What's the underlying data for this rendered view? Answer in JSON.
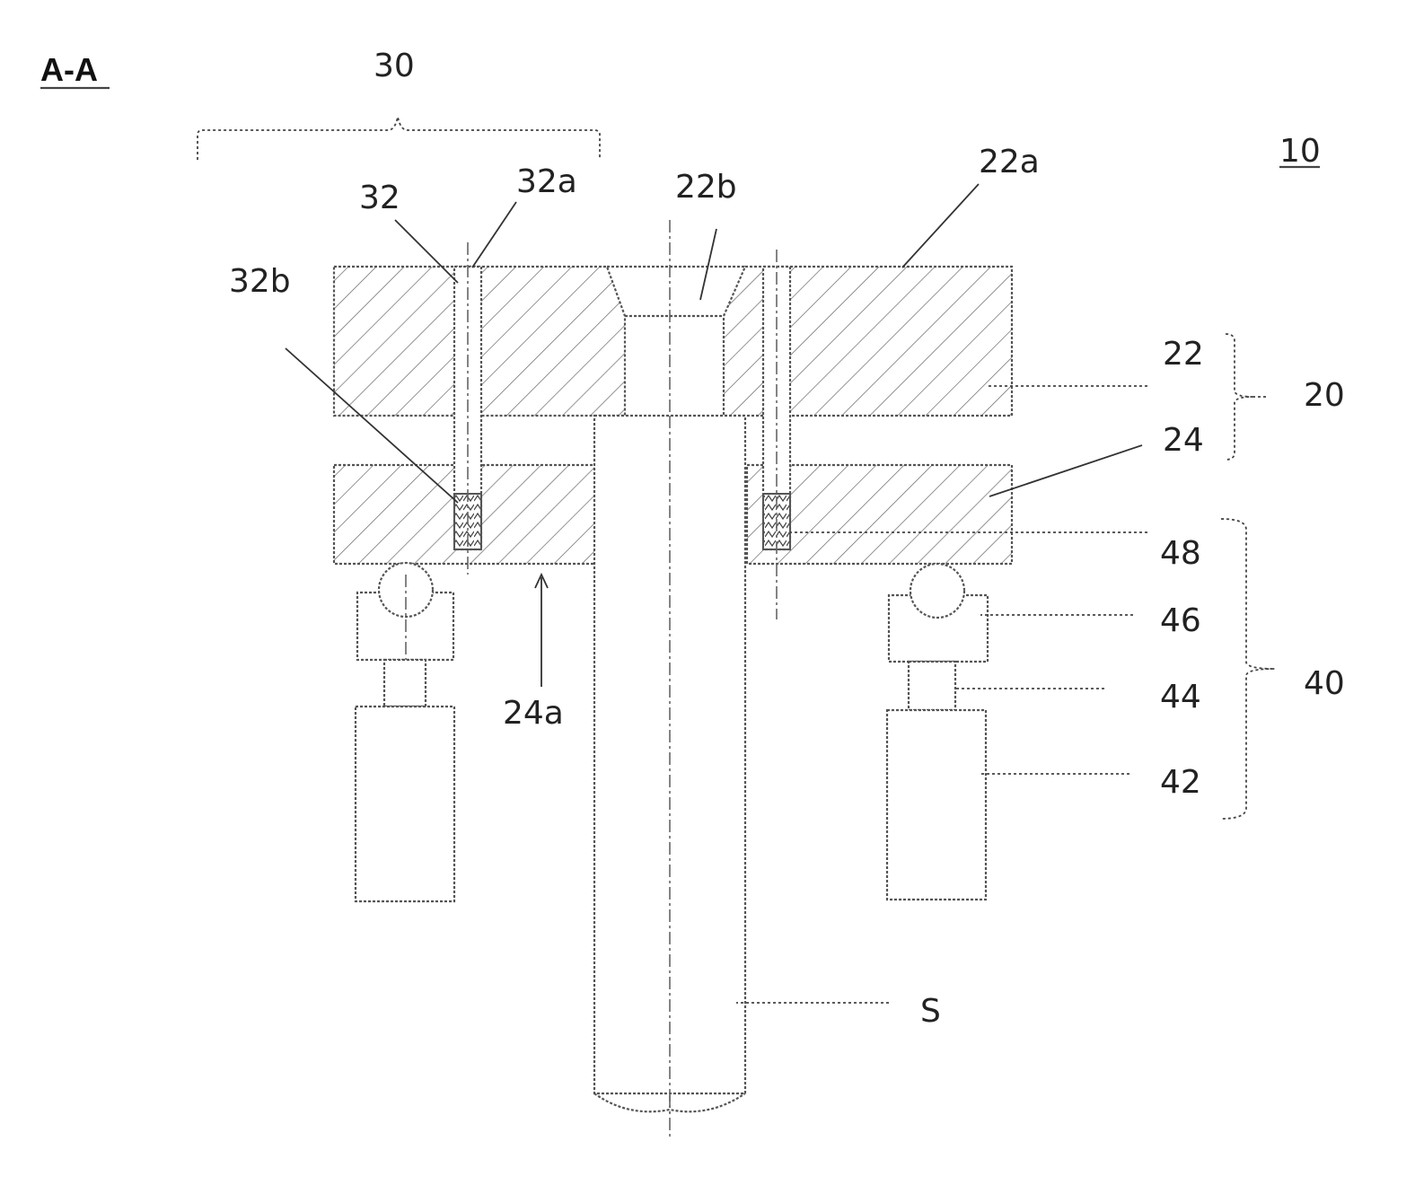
{
  "figure": {
    "section_title": "A-A",
    "reference_numerals": {
      "device": "10",
      "assembly": "20",
      "upper_plate": "22",
      "upper_plate_top_surface": "22a",
      "upper_plate_recess": "22b",
      "lower_plate": "24",
      "lower_plate_bottom_surface": "24a",
      "pin_unit_group": "30",
      "pin": "32",
      "pin_top_end": "32a",
      "pin_spring": "32b",
      "support_unit_group": "40",
      "support_body": "42",
      "support_rod": "44",
      "ball_holder": "46",
      "ball": "48",
      "shaft": "S"
    }
  }
}
